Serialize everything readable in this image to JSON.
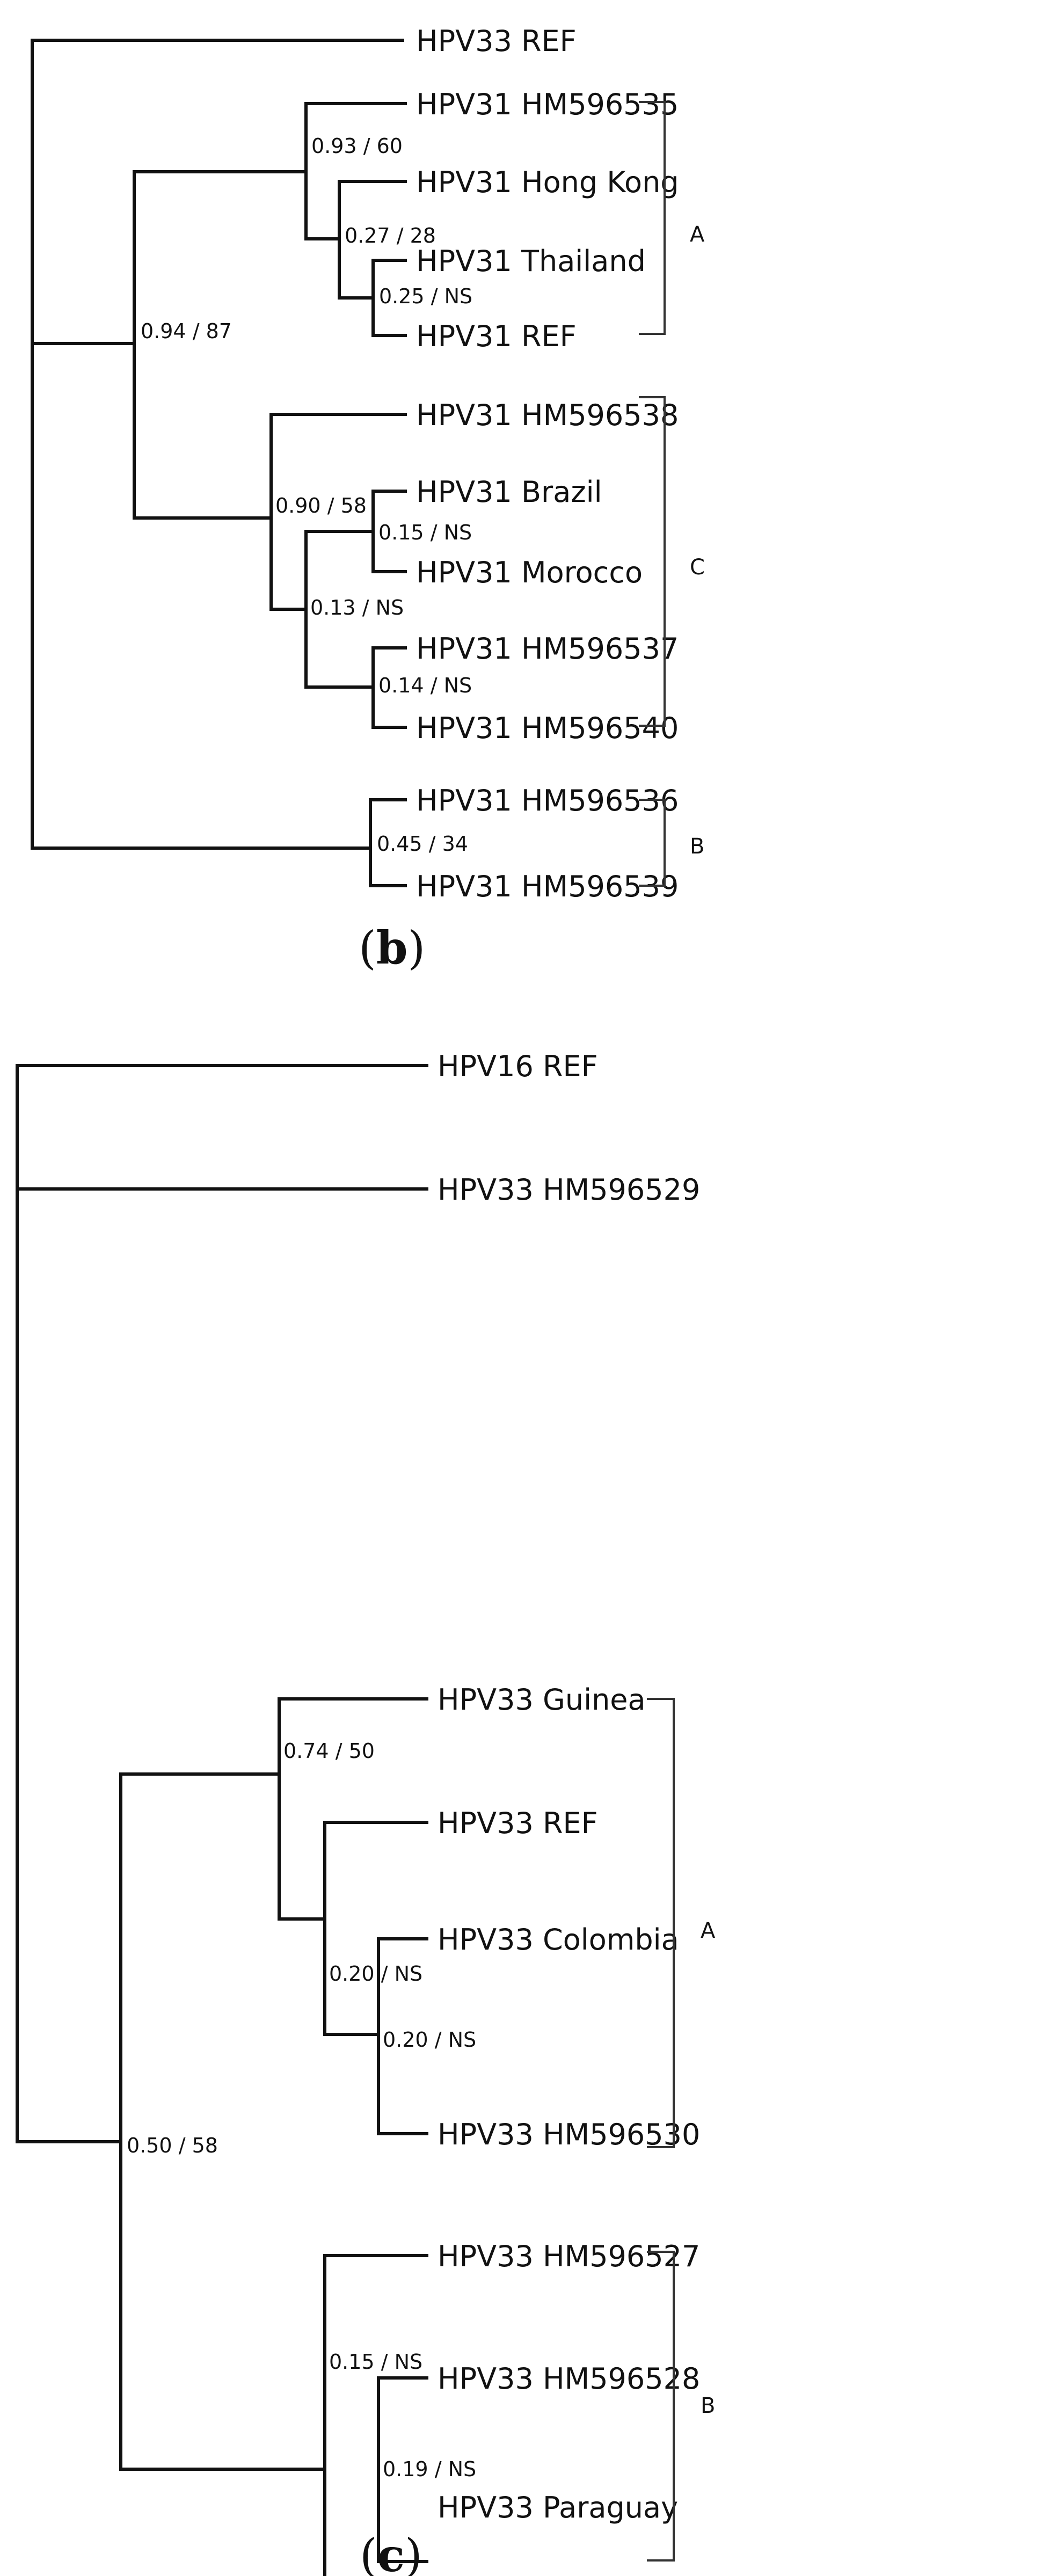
{
  "panels": {
    "b": {
      "label_open": "(",
      "label_letter": "b",
      "label_close": ")",
      "taxa": [
        {
          "prefix": "HPV33",
          "name": "REF"
        },
        {
          "prefix": "HPV31",
          "name": "HM596535"
        },
        {
          "prefix": "HPV31",
          "name": "Hong Kong"
        },
        {
          "prefix": "HPV31",
          "name": "Thailand"
        },
        {
          "prefix": "HPV31",
          "name": "REF"
        },
        {
          "prefix": "HPV31",
          "name": "HM596538"
        },
        {
          "prefix": "HPV31",
          "name": "Brazil"
        },
        {
          "prefix": "HPV31",
          "name": "Morocco"
        },
        {
          "prefix": "HPV31",
          "name": "HM596537"
        },
        {
          "prefix": "HPV31",
          "name": "HM596540"
        },
        {
          "prefix": "HPV31",
          "name": "HM596536"
        },
        {
          "prefix": "HPV31",
          "name": "HM596539"
        }
      ],
      "supports": [
        "0.94  /  87",
        "0.93  /  60",
        "0.27  /  28",
        "0.25  / NS",
        "0.90  /  58",
        "0.13  / NS",
        "0.15  / NS",
        "0.14  / NS",
        "0.45  /  34"
      ],
      "clades": [
        "A",
        "C",
        "B"
      ]
    },
    "c": {
      "label_open": "(",
      "label_letter": "c",
      "label_close": ")",
      "taxa": [
        {
          "prefix": "HPV16",
          "name": "REF"
        },
        {
          "prefix": "HPV33",
          "name": "HM596529"
        },
        {
          "prefix": "HPV33",
          "name": "Guinea"
        },
        {
          "prefix": "HPV33",
          "name": "REF"
        },
        {
          "prefix": "HPV33",
          "name": "Colombia"
        },
        {
          "prefix": "HPV33",
          "name": "HM596530"
        },
        {
          "prefix": "HPV33",
          "name": "HM596527"
        },
        {
          "prefix": "HPV33",
          "name": "HM596528"
        },
        {
          "prefix": "HPV33",
          "name": "Paraguay"
        }
      ],
      "supports": [
        "0.74  /  50",
        "0.20   / NS",
        "0.20    / NS",
        "0.50  /  58",
        "0.15   / NS",
        "0.19   / NS"
      ],
      "clades": [
        "A",
        "B"
      ]
    }
  }
}
